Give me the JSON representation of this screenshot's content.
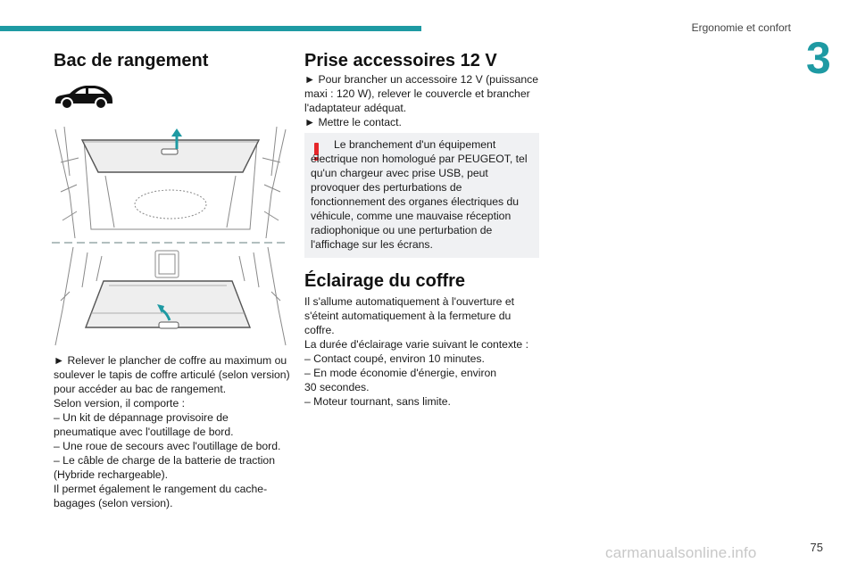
{
  "header": {
    "chapter_title": "Ergonomie et confort",
    "chapter_number": "3",
    "accent_color": "#1e9aa3"
  },
  "left": {
    "heading": "Bac de rangement",
    "icons": {
      "vehicle": "car-side-icon",
      "figure": "trunk-storage-illustration"
    },
    "lines": [
      "►  Relever le plancher de coffre au maximum ou",
      "soulever le tapis de coffre articulé (selon version)",
      "pour accéder au bac de rangement.",
      "Selon version, il comporte :",
      "–  Un kit de dépannage provisoire de",
      "pneumatique avec l'outillage de bord.",
      "–  Une roue de secours avec l'outillage de bord.",
      "–  Le câble de charge de la batterie de traction",
      "(Hybride rechargeable).",
      "Il permet également le rangement du cache-",
      "bagages (selon version)."
    ]
  },
  "right": {
    "heading": "Prise accessoires 12 V",
    "lines": [
      "►  Pour brancher un accessoire 12 V (puissance",
      "maxi : 120 W), relever le couvercle et brancher",
      "l'adaptateur adéquat.",
      "►  Mettre le contact."
    ],
    "warning": {
      "icon": "warning-exclamation-icon",
      "color": "#e5262a",
      "text": "Le branchement d'un équipement électrique non homologué par PEUGEOT, tel qu'un chargeur avec prise USB, peut provoquer des perturbations de fonctionnement des organes électriques du véhicule, comme une mauvaise réception radiophonique ou une perturbation de l'affichage sur les écrans."
    }
  },
  "eclairage": {
    "heading": "Éclairage du coffre",
    "lines": [
      "Il s'allume automatiquement à l'ouverture et",
      "s'éteint automatiquement à la fermeture du",
      "coffre.",
      "La durée d'éclairage varie suivant le contexte :",
      "–  Contact coupé, environ 10 minutes.",
      "–  En mode économie d'énergie, environ",
      "30 secondes.",
      "–  Moteur tournant, sans limite."
    ]
  },
  "footer": {
    "page_number": "75",
    "watermark": "carmanualsonline.info"
  }
}
